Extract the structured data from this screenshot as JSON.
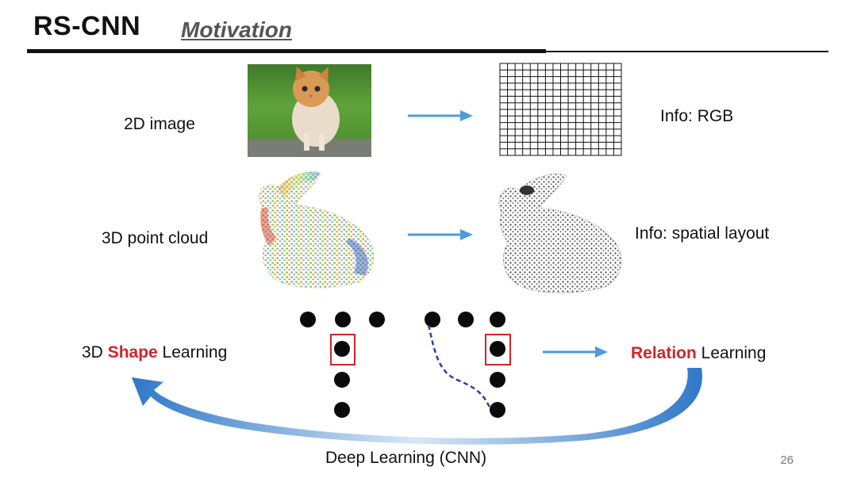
{
  "header": {
    "title": "RS-CNN",
    "subtitle": "Motivation"
  },
  "rows": {
    "image": {
      "label": "2D image",
      "info": "Info: RGB"
    },
    "pointcloud": {
      "label": "3D point cloud",
      "info": "Info: spatial layout"
    }
  },
  "learning": {
    "left_prefix": "3D ",
    "left_highlight": "Shape",
    "left_suffix": " Learning",
    "right_highlight": "Relation",
    "right_suffix": " Learning",
    "bottom": "Deep Learning (CNN)"
  },
  "footer": {
    "page_number": "26"
  },
  "colors": {
    "accent_red": "#d3232b",
    "arrow_blue": "#4f9bd9",
    "dashed_blue": "#2a3f9e"
  }
}
